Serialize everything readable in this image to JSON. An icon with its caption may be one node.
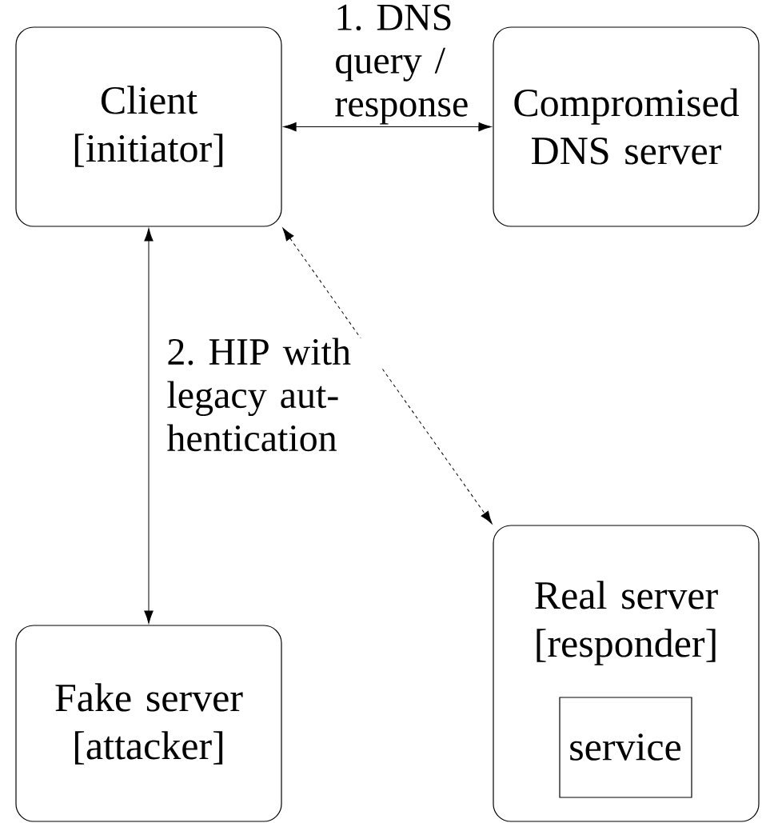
{
  "diagram": {
    "nodes": [
      {
        "text": [
          "Client [initiator]"
        ]
      },
      {
        "text": [
          "Compromised DNS server"
        ]
      },
      {
        "text": [
          "Fake server [attacker]"
        ]
      },
      {
        "text": [
          "Real server [responder]"
        ]
      },
      {
        "text": [
          "service"
        ],
        "in": 3
      }
    ],
    "edges": [
      {
        "from": 0,
        "to": 1,
        "arrow": "both",
        "label": "1. DNS query / response"
      },
      {
        "from": 0,
        "to": 2,
        "arrow": "both",
        "label": "2. HIP with legacy aut-hentication"
      },
      {
        "from": 0,
        "to": 3,
        "arrow": "both",
        "style": "dashed"
      }
    ]
  }
}
